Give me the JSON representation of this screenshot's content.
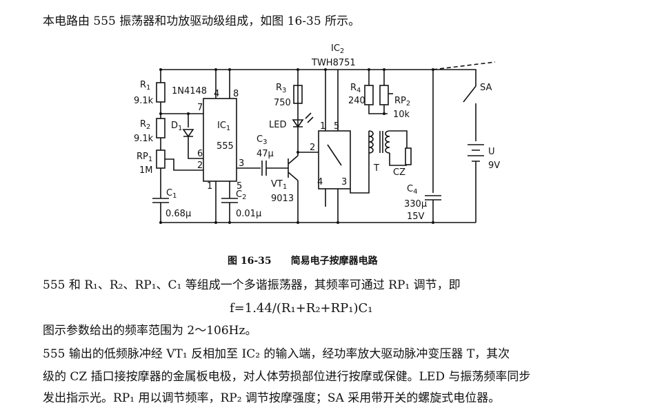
{
  "paragraphs": {
    "intro": "本电路由 555 振荡器和功放驱动级组成，如图 16-35 所示。",
    "p1": "555 和 R₁、R₂、RP₁、C₁ 等组成一个多谐振荡器，其频率可通过 RP₁ 调节，即",
    "formula": "f=1.44/(R₁+R₂+RP₁)C₁",
    "p2": "图示参数给出的频率范围为 2～106Hz。",
    "p3_line1": "555 输出的低频脉冲经 VT₁ 反相加至 IC₂ 的输入端，经功率放大驱动脉冲变压器 T，其次",
    "p3_line2": "级的 CZ 插口接按摩器的金属板电极，对人体劳损部位进行按摩或保健。LED 与振荡频率同步",
    "p3_line3": "发出指示光。RP₁ 用以调节频率，RP₂ 调节按摩强度；SA 采用带开关的螺旋式电位器。"
  },
  "figure": {
    "caption": "图 16-35　　简易电子按摩器电路",
    "labels": {
      "R1": "R",
      "R1_sub": "1",
      "R1_val": "9.1k",
      "R2": "R",
      "R2_sub": "2",
      "R2_val": "9.1k",
      "RP1": "RP",
      "RP1_sub": "1",
      "RP1_val": "1M",
      "D1": "D",
      "D1_sub": "1",
      "D1_part": "1N4148",
      "C1": "C",
      "C1_sub": "1",
      "C1_val": "0.68μ",
      "C2": "C",
      "C2_sub": "2",
      "C2_val": "0.01μ",
      "IC1": "IC",
      "IC1_sub": "1",
      "IC1_part": "555",
      "pin4": "4",
      "pin8": "8",
      "pin7": "7",
      "pin6": "6",
      "pin2": "2",
      "pin3": "3",
      "pin1": "1",
      "pin5": "5",
      "R3": "R",
      "R3_sub": "3",
      "R3_val": "750",
      "LED": "LED",
      "C3": "C",
      "C3_sub": "3",
      "C3_val": "47μ",
      "VT1": "VT",
      "VT1_sub": "1",
      "VT1_part": "9013",
      "IC2": "IC",
      "IC2_sub": "2",
      "IC2_part": "TWH8751",
      "ic2_pin1": "1",
      "ic2_pin5": "5",
      "ic2_pin2": "2",
      "ic2_pin4": "4",
      "ic2_pin3": "3",
      "R4": "R",
      "R4_sub": "4",
      "R4_val": "240",
      "RP2": "RP",
      "RP2_sub": "2",
      "RP2_val": "10k",
      "T": "T",
      "CZ": "CZ",
      "C4": "C",
      "C4_sub": "4",
      "C4_val": "330μ",
      "C4_volt": "15V",
      "SA": "SA",
      "U": "U",
      "U_val": "9V"
    }
  }
}
